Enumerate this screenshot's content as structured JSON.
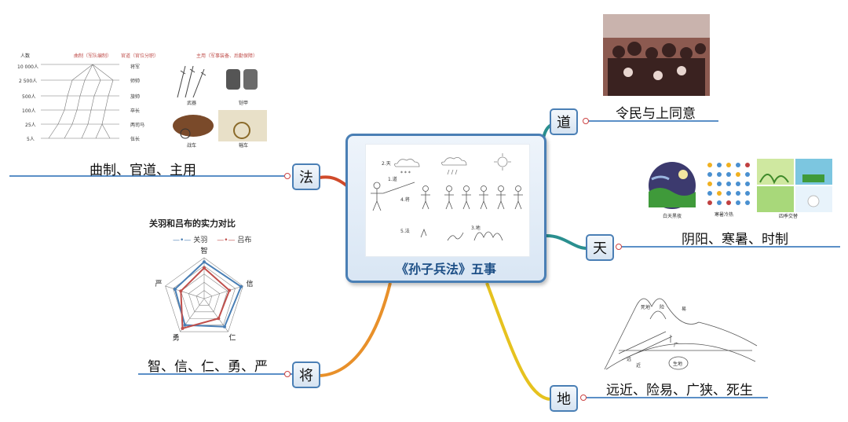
{
  "center": {
    "title": "《孙子兵法》五事"
  },
  "topics": [
    {
      "id": "dao",
      "label": "道",
      "caption": "令民与上同意"
    },
    {
      "id": "tian",
      "label": "天",
      "caption": "阴阳、寒暑、时制"
    },
    {
      "id": "di",
      "label": "地",
      "caption": "远近、险易、广狭、死生"
    },
    {
      "id": "jiang",
      "label": "将",
      "caption": "智、信、仁、勇、严"
    },
    {
      "id": "fa",
      "label": "法",
      "caption": "曲制、官道、主用"
    }
  ],
  "fa_detail": {
    "header_left": "人数",
    "header_mid": "曲制（军队编制）",
    "header_right": "官道（官位分职）",
    "header_zhuyong": "主用（军事装备、后勤保障）",
    "rows": [
      {
        "count": "10 000人",
        "rank": "将军"
      },
      {
        "count": "2 500人",
        "rank": "师帅"
      },
      {
        "count": "500人",
        "rank": "旅帅"
      },
      {
        "count": "100人",
        "rank": "卒长"
      },
      {
        "count": "25人",
        "rank": "两司马"
      },
      {
        "count": "5人",
        "rank": "伍长"
      }
    ],
    "pic_labels": [
      "武器",
      "铠甲",
      "战车",
      "辎车"
    ]
  },
  "tian_detail": {
    "labels": [
      "白天黑夜",
      "寒暑冷热",
      "四季交替"
    ]
  },
  "di_detail": {
    "labels": [
      "死地",
      "险",
      "易",
      "广",
      "远",
      "近",
      "生地"
    ]
  },
  "chart_data": {
    "type": "radar",
    "title": "关羽和吕布的实力对比",
    "categories": [
      "智",
      "信",
      "仁",
      "勇",
      "严"
    ],
    "series": [
      {
        "name": "关羽",
        "color": "#4a7fb5",
        "values": [
          0.9,
          0.95,
          0.85,
          0.8,
          0.75
        ]
      },
      {
        "name": "吕布",
        "color": "#c0504d",
        "values": [
          0.75,
          0.65,
          0.6,
          0.9,
          0.6
        ]
      }
    ],
    "rmax": 1,
    "legend_position": "top"
  }
}
